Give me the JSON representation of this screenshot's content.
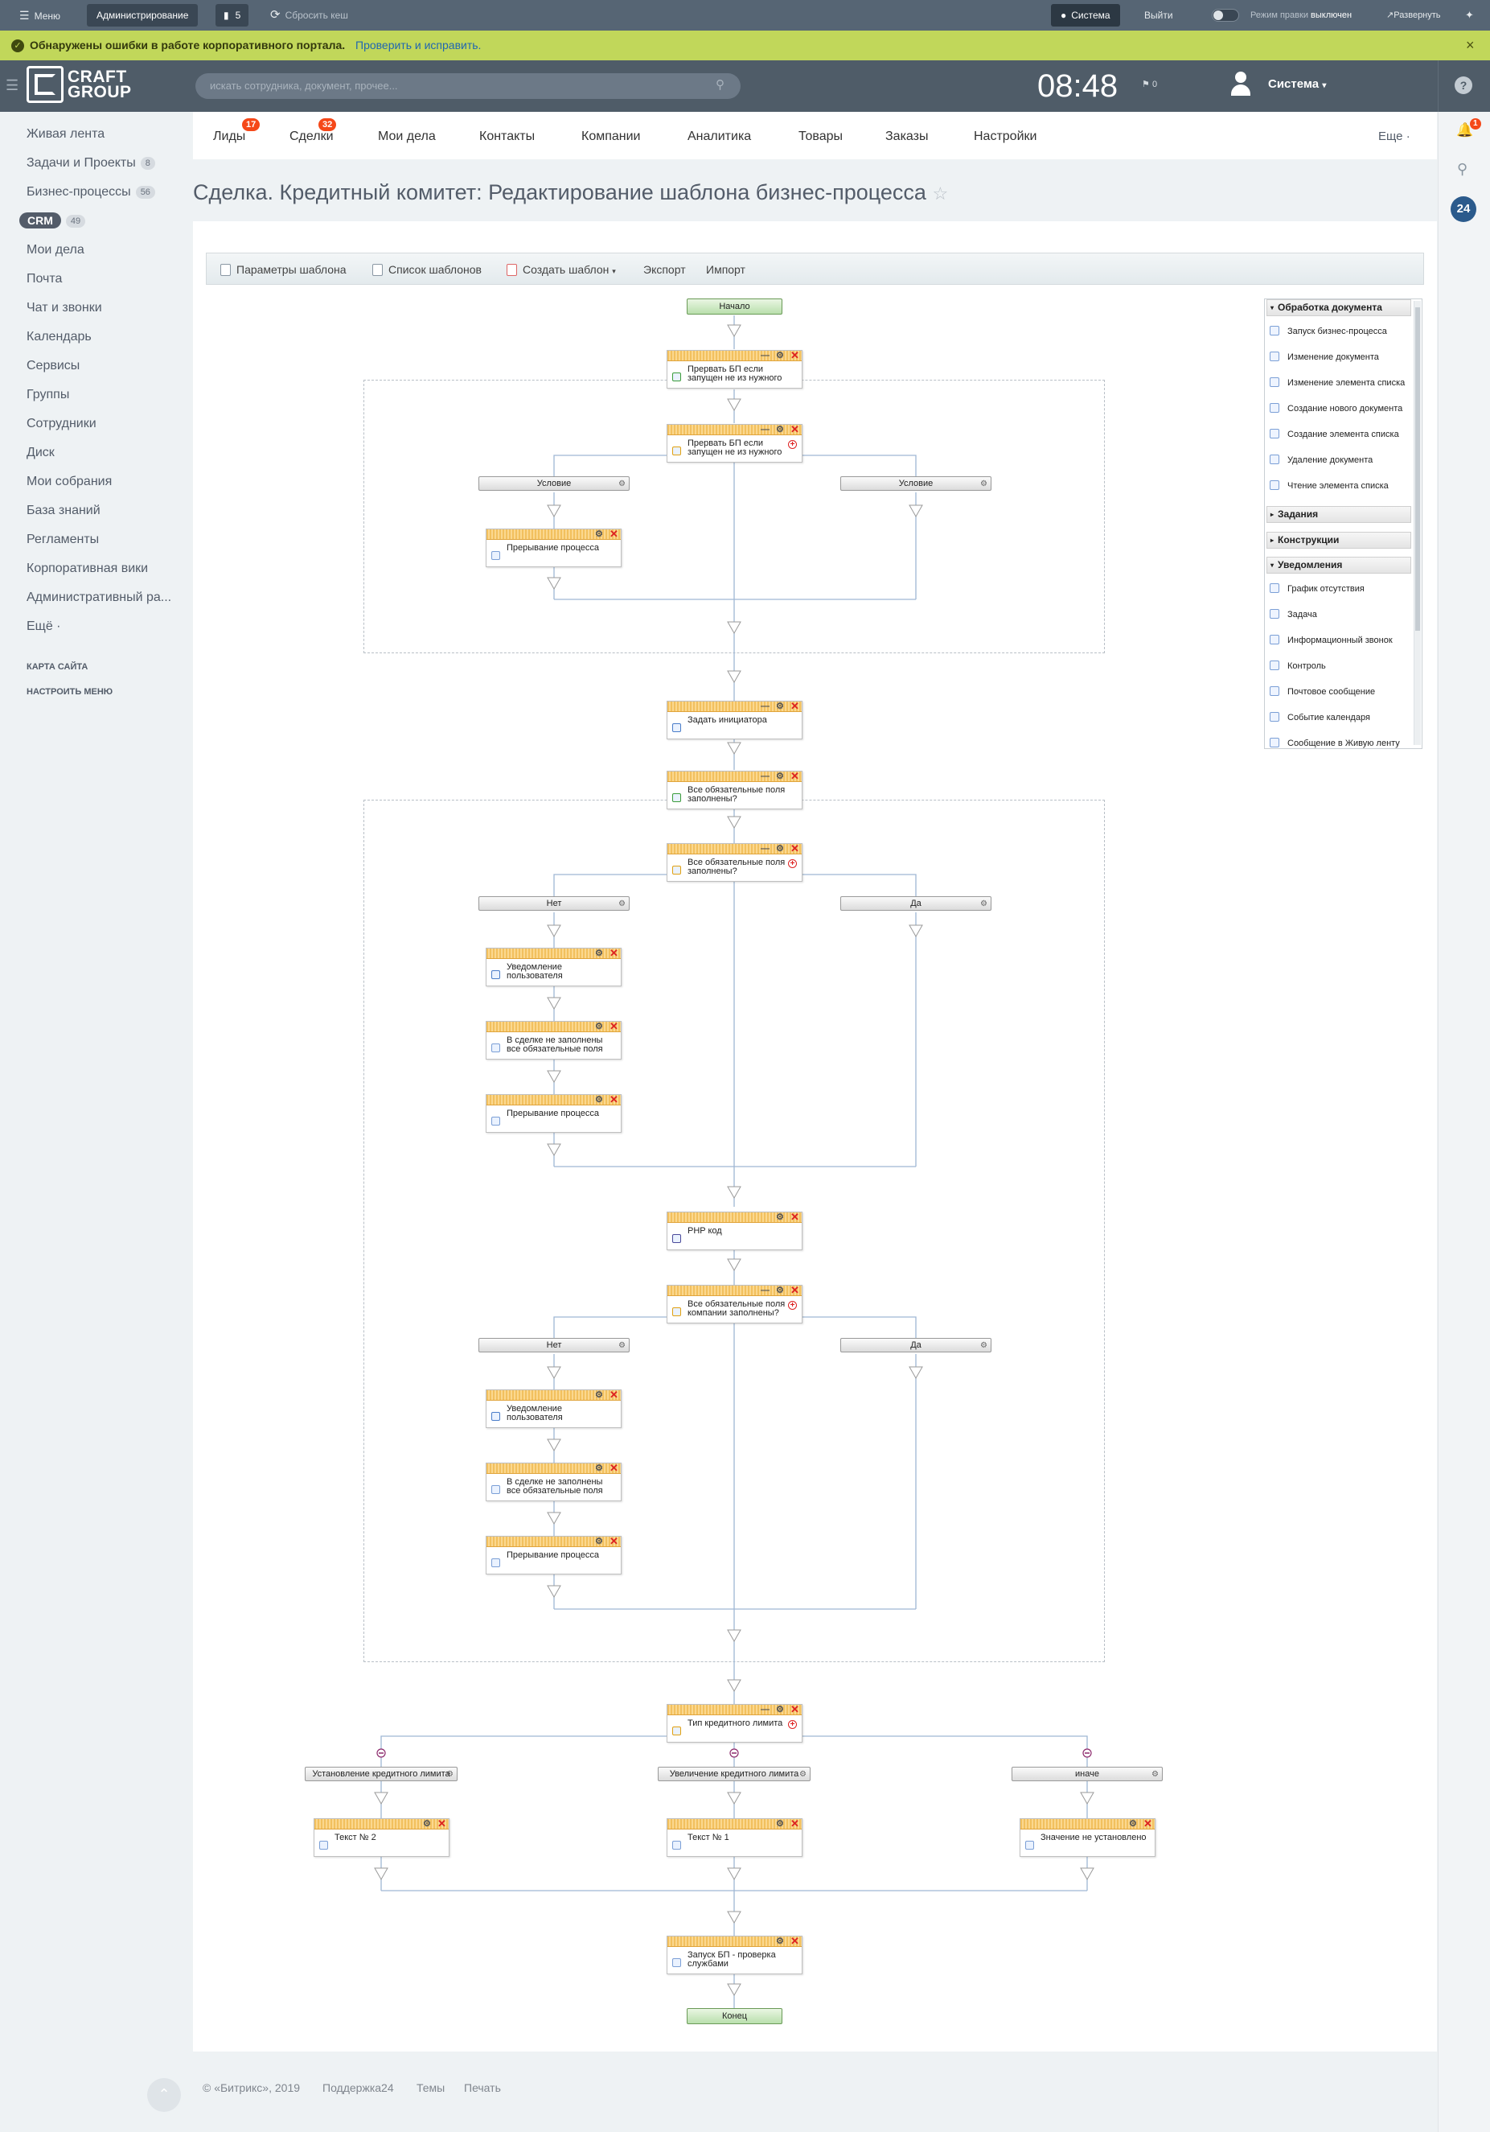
{
  "adminbar": {
    "menu": "Меню",
    "admin": "Администрирование",
    "count": "5",
    "cache": "Сбросить кеш",
    "user": "Система",
    "logout": "Выйти",
    "edit_mode_label": "Режим правки",
    "edit_mode_value": "выключен",
    "expand": "Развернуть"
  },
  "notice": {
    "text": "Обнаружены ошибки в работе корпоративного портала.",
    "link": "Проверить и исправить."
  },
  "header": {
    "logo_line1": "CRAFT",
    "logo_line2": "GROUP",
    "search_placeholder": "искать сотрудника, документ, прочее...",
    "clock": "08:48",
    "flag_count": "0",
    "user": "Система"
  },
  "right_strip": {
    "notify_count": "1",
    "b24": "24"
  },
  "left_menu": {
    "items": [
      {
        "label": "Живая лента",
        "count": ""
      },
      {
        "label": "Задачи и Проекты",
        "count": "8"
      },
      {
        "label": "Бизнес-процессы",
        "count": "56"
      },
      {
        "label": "CRM",
        "count": "49"
      },
      {
        "label": "Мои дела",
        "count": ""
      },
      {
        "label": "Почта",
        "count": ""
      },
      {
        "label": "Чат и звонки",
        "count": ""
      },
      {
        "label": "Календарь",
        "count": ""
      },
      {
        "label": "Сервисы",
        "count": ""
      },
      {
        "label": "Группы",
        "count": ""
      },
      {
        "label": "Сотрудники",
        "count": ""
      },
      {
        "label": "Диск",
        "count": ""
      },
      {
        "label": "Мои собрания",
        "count": ""
      },
      {
        "label": "База знаний",
        "count": ""
      },
      {
        "label": "Регламенты",
        "count": ""
      },
      {
        "label": "Корпоративная вики",
        "count": ""
      },
      {
        "label": "Административный ра...",
        "count": ""
      },
      {
        "label": "Ещё ·",
        "count": ""
      }
    ],
    "sitemap": "КАРТА САЙТА",
    "config": "НАСТРОИТЬ МЕНЮ"
  },
  "top_nav": {
    "items": [
      {
        "label": "Лиды",
        "badge": "17"
      },
      {
        "label": "Сделки",
        "badge": "32"
      },
      {
        "label": "Мои дела",
        "badge": ""
      },
      {
        "label": "Контакты",
        "badge": ""
      },
      {
        "label": "Компании",
        "badge": ""
      },
      {
        "label": "Аналитика",
        "badge": ""
      },
      {
        "label": "Товары",
        "badge": ""
      },
      {
        "label": "Заказы",
        "badge": ""
      },
      {
        "label": "Настройки",
        "badge": ""
      }
    ],
    "more": "Еще ·"
  },
  "page": {
    "title": "Сделка. Кредитный комитет: Редактирование шаблона бизнес-процесса"
  },
  "toolbar": {
    "params": "Параметры шаблона",
    "list": "Список шаблонов",
    "create": "Создать шаблон",
    "export": "Экспорт",
    "import": "Импорт"
  },
  "diagram": {
    "start": "Начало",
    "end": "Конец",
    "blocks": {
      "abort_check": "Прервать БП если запущен не из нужного",
      "abort_cond": "Прервать БП если запущен не из нужного",
      "interrupt1": "Прерывание процесса",
      "set_initiator": "Задать инициатора",
      "required_check": "Все обязательные поля заполнены?",
      "required_cond": "Все обязательные поля заполнены?",
      "notify1": "Уведомление пользователя",
      "not_filled1": "В сделке не заполнены все обязательные поля",
      "interrupt2": "Прерывание процесса",
      "php": "PHP код",
      "company_cond": "Все обязательные поля компании заполнены?",
      "notify2": "Уведомление пользователя",
      "not_filled2": "В сделке не заполнены все обязательные поля",
      "interrupt3": "Прерывание процесса",
      "limit_type": "Тип кредитного лимита",
      "text2": "Текст № 2",
      "text1": "Текст № 1",
      "not_set": "Значение не установлено",
      "launch_bp": "Запуск БП - проверка службами"
    },
    "conditions": {
      "c1": "Условие",
      "c2": "Условие",
      "no1": "Нет",
      "yes1": "Да",
      "no2": "Нет",
      "yes2": "Да",
      "set_limit": "Установление кредитного лимита",
      "inc_limit": "Увеличение кредитного лимита",
      "else": "иначе"
    }
  },
  "palette": {
    "sec_doc": "Обработка документа",
    "doc_items": [
      "Запуск бизнес-процесса",
      "Изменение документа",
      "Изменение элемента списка",
      "Создание нового документа",
      "Создание элемента списка",
      "Удаление документа",
      "Чтение элемента списка"
    ],
    "sec_tasks": "Задания",
    "sec_constructs": "Конструкции",
    "sec_notify": "Уведомления",
    "notify_items": [
      "График отсутствия",
      "Задача",
      "Информационный звонок",
      "Контроль",
      "Почтовое сообщение",
      "Событие календаря",
      "Сообщение в Живую ленту"
    ]
  },
  "footer": {
    "copyright": "© «Битрикс», 2019",
    "support": "Поддержка24",
    "themes": "Темы",
    "print": "Печать"
  },
  "colors": {
    "accent": "#2fc6f6",
    "badge": "#f54819",
    "notice_bg": "#c1d75a",
    "block_header": "#f2c05e",
    "connector": "#8fb0d8"
  }
}
